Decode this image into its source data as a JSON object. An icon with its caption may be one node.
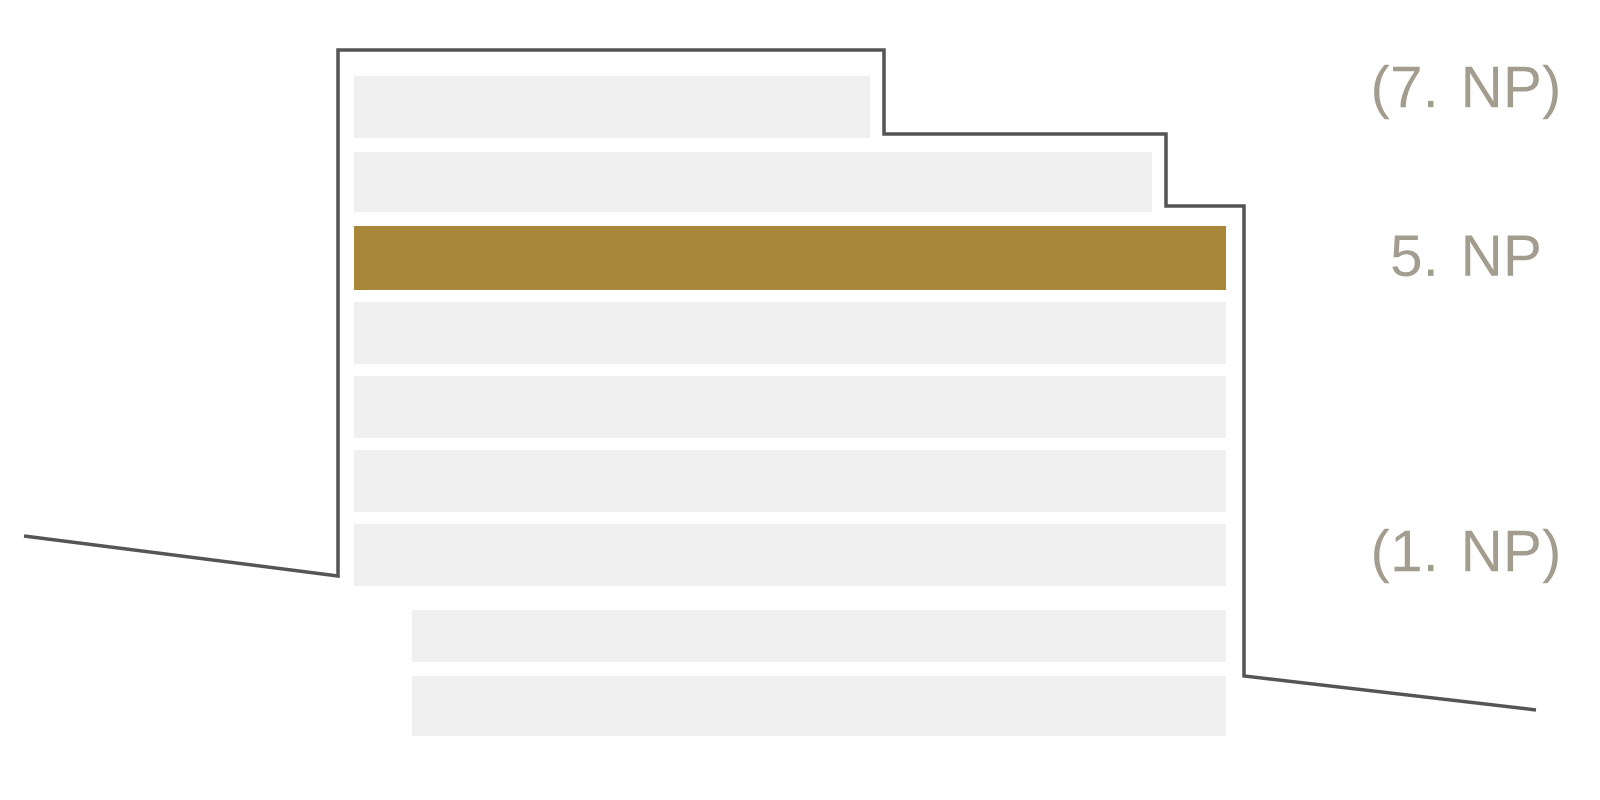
{
  "diagram": {
    "labels": [
      "(7. NP)",
      "5. NP",
      "(1. NP)"
    ]
  }
}
